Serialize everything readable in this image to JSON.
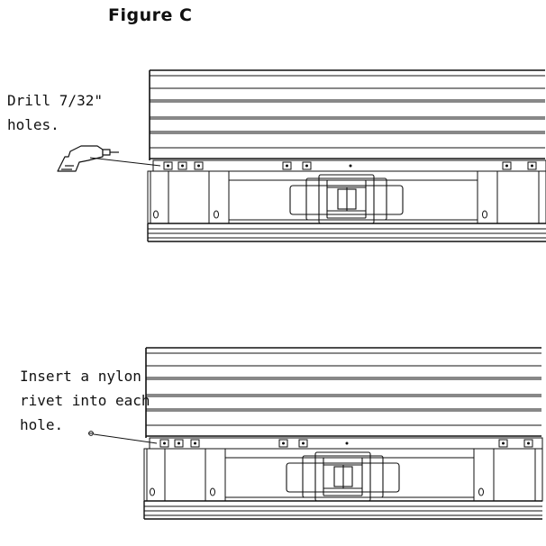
{
  "figure": {
    "title": "Figure C"
  },
  "step1": {
    "label_line1": "Drill 7/32\"",
    "label_line2": "holes."
  },
  "step2": {
    "label_line1": "Insert a nylon",
    "label_line2": "rivet into each",
    "label_line3": "hole."
  }
}
